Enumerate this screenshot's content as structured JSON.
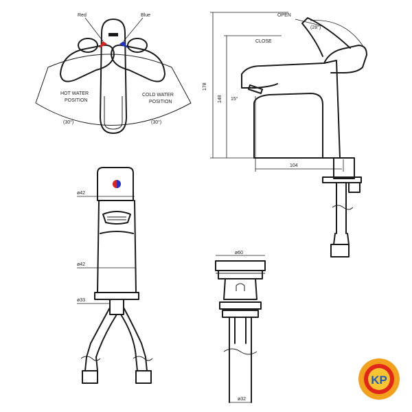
{
  "top_view": {
    "label_red": "Red",
    "label_blue": "Blue",
    "hot_line1": "HOT WATER",
    "hot_line2": "POSITION",
    "cold_line1": "COLD WATER",
    "cold_line2": "POSITION",
    "angle_left": "(30°)",
    "angle_right": "(30°)"
  },
  "side_view": {
    "label_open": "OPEN",
    "label_close": "CLOSE",
    "angle_open": "(28°)",
    "angle_spout": "15°",
    "dim_height_total": "178",
    "dim_height_spout": "148",
    "dim_reach": "104"
  },
  "front_view": {
    "dim_top": "ø42",
    "dim_body": "ø42",
    "dim_base": "ø33"
  },
  "drain_view": {
    "dim_top": "ø60",
    "dim_bottom": "ø32"
  },
  "logo": {
    "text": "KP",
    "color_outer": "#f2a11c",
    "color_ring": "#e1261c",
    "color_text": "#1d5bbf"
  }
}
